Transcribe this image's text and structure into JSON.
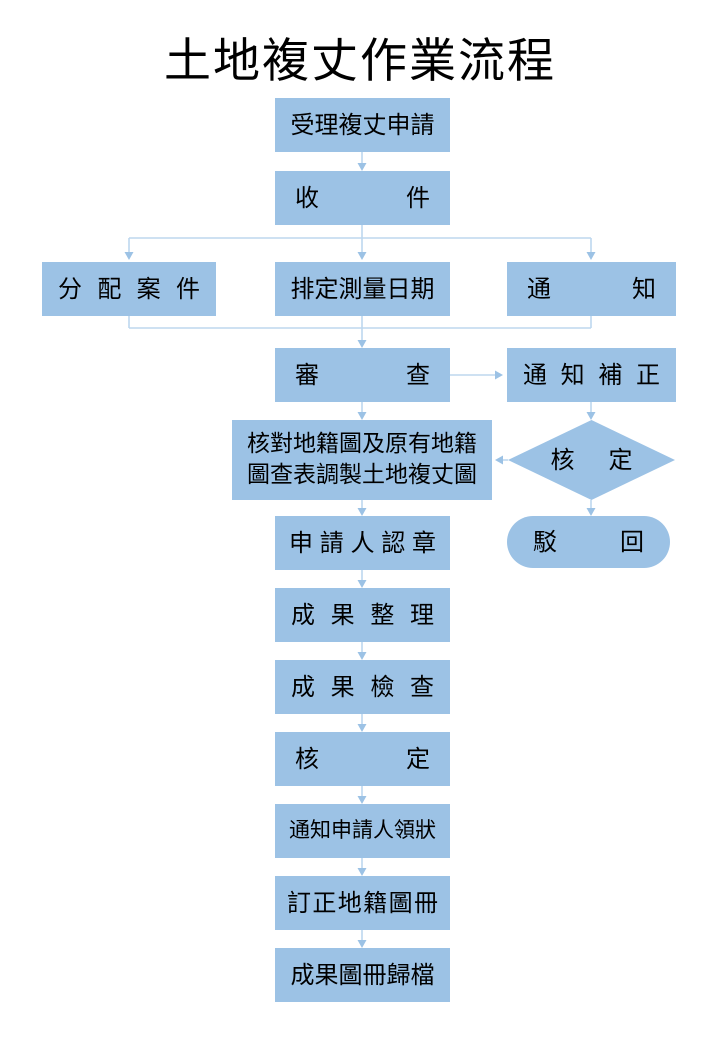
{
  "title": "土地複丈作業流程",
  "colors": {
    "background": "#FFFFFF",
    "box_fill": "#9CC2E5",
    "connector_line": "#BDD7EE",
    "arrowhead": "#9CC2E5",
    "text": "#000000"
  },
  "nodes": {
    "accept_application": {
      "label": "受理複丈申請",
      "shape": "rect"
    },
    "intake": {
      "label": "收件",
      "shape": "rect"
    },
    "assign_case": {
      "label": "分配案件",
      "shape": "rect"
    },
    "schedule_survey": {
      "label": "排定測量日期",
      "shape": "rect"
    },
    "notify": {
      "label": "通知",
      "shape": "rect"
    },
    "review": {
      "label": "審查",
      "shape": "rect"
    },
    "notify_correction": {
      "label": "通知補正",
      "shape": "rect"
    },
    "prepare_resurvey_map": {
      "label": "核對地籍圖及原有地籍\n圖查表調製土地複丈圖",
      "shape": "rect"
    },
    "approval_check": {
      "label": "核定",
      "shape": "diamond"
    },
    "reject": {
      "label": "駁回",
      "shape": "rounded"
    },
    "applicant_seal": {
      "label": "申請人認章",
      "shape": "rect"
    },
    "organize_results": {
      "label": "成果整理",
      "shape": "rect"
    },
    "inspect_results": {
      "label": "成果檢查",
      "shape": "rect"
    },
    "final_approval": {
      "label": "核定",
      "shape": "rect"
    },
    "notify_collect_certificate": {
      "label": "通知申請人領狀",
      "shape": "rect"
    },
    "correct_cadastral_books": {
      "label": "訂正地籍圖冊",
      "shape": "rect"
    },
    "archive_results": {
      "label": "成果圖冊歸檔",
      "shape": "rect"
    }
  }
}
